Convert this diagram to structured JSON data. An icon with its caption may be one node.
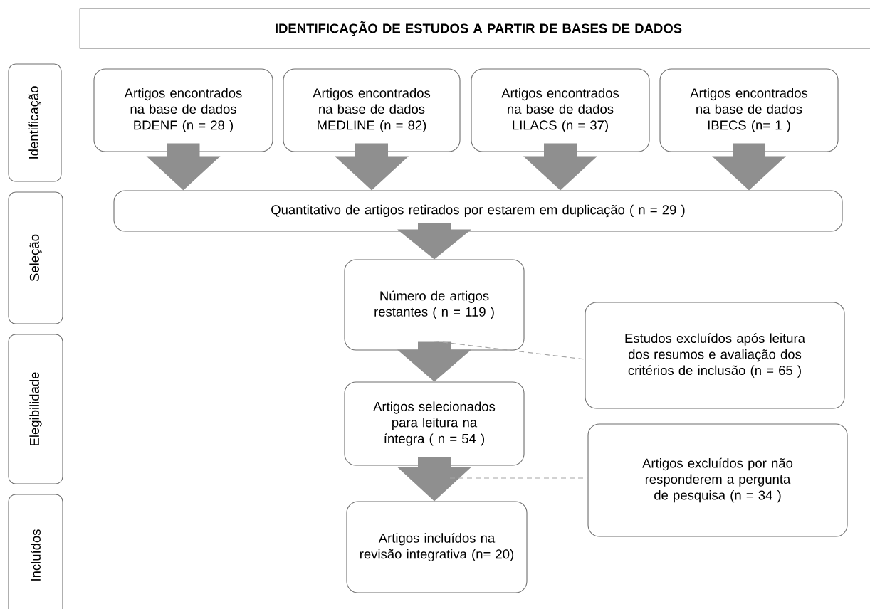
{
  "diagram": {
    "nodes": [
      {
        "text": [
          "IDENTIFICAÇÃO DE ESTUDOS A PARTIR DE BASES DE DADOS"
        ]
      },
      {
        "text": [
          "Identificação"
        ]
      },
      {
        "text": [
          "Seleção"
        ]
      },
      {
        "text": [
          "Elegibilidade"
        ]
      },
      {
        "text": [
          "Incluídos"
        ]
      },
      {
        "text": [
          "Artigos encontrados na base de dados BDENF (n = 28 )"
        ]
      },
      {
        "text": [
          "Artigos encontrados na base de dados MEDLINE (n = 82)"
        ]
      },
      {
        "text": [
          "Artigos encontrados na base de dados LILACS (n = 37)"
        ]
      },
      {
        "text": [
          "Artigos encontrados na base de dados IBECS (n= 1 )"
        ]
      },
      {
        "text": [
          "Quantitativo de artigos retirados por estarem em duplicação ( n = 29 )"
        ]
      },
      {
        "text": [
          "Número de artigos restantes ( n = 119 )"
        ]
      },
      {
        "text": [
          "Estudos excluídos após leitura dos resumos e avaliação dos critérios de inclusão (n = 65 )"
        ]
      },
      {
        "text": [
          "Artigos selecionados para leitura na íntegra ( n = 54 )"
        ]
      },
      {
        "text": [
          "Artigos excluídos por não responderem a pergunta de pesquisa (n = 34 )"
        ]
      },
      {
        "text": [
          "Artigos incluídos na revisão integrativa (n= 20)"
        ]
      }
    ],
    "edges": [
      {
        "from": 5,
        "to": 9,
        "arrow": "to",
        "style": "thick"
      },
      {
        "from": 6,
        "to": 9,
        "arrow": "to",
        "style": "thick"
      },
      {
        "from": 7,
        "to": 9,
        "arrow": "to",
        "style": "thick"
      },
      {
        "from": 8,
        "to": 9,
        "arrow": "to",
        "style": "thick"
      },
      {
        "from": 9,
        "to": 10,
        "arrow": "to",
        "style": "thick"
      },
      {
        "from": 10,
        "to": 12,
        "arrow": "to",
        "style": "thick"
      },
      {
        "from": 12,
        "to": 14,
        "arrow": "to",
        "style": "thick"
      },
      {
        "from": 10,
        "to": 11,
        "arrow": "none",
        "style": "dashed",
        "color": "#a6a6a6"
      },
      {
        "from": null,
        "to": 13,
        "arrow": "none",
        "style": "dashed",
        "color": "#a6a6a6"
      }
    ]
  }
}
